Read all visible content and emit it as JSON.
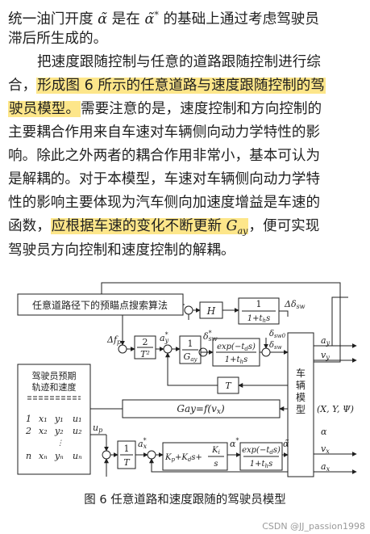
{
  "body": {
    "l1_a": "统一油门开度",
    "alpha1": "α̃",
    "l1_b": "是在",
    "alpha2": "α̃",
    "l1_star": "*",
    "l1_c": "的基础上通过考虑驾驶员",
    "l2": "滞后所生成的。",
    "l3": "把速度跟随控制与任意的道路跟随控制进行综",
    "l4_a": "合，",
    "l4_hl": "形成图 6 所示的任意道路与速度跟随控制的驾",
    "l5_hl": "驶员模型。",
    "l5_b": "需要注意的是，速度控制和方向控制的",
    "l6": "主要耦合作用来自车速对车辆侧向动力学特性的影",
    "l7": "响。除此之外两者的耦合作用非常小，基本可认为",
    "l8": "是解耦的。对于本模型，车速对车辆侧向动力学特",
    "l9": "性的影响主要体现为汽车侧向加速度增益是车速的",
    "l10_a": "函数，",
    "l10_hl": "应根据车速的变化不断更新",
    "l10_G": "G",
    "l10_sub": "ay",
    "l10_b": "，便可实现",
    "l11": "驾驶员方向控制和速度控制的解耦。"
  },
  "diagram": {
    "search_box": "任意道路径下的预瞄点搜索算法",
    "H": "H",
    "delta_sw_right": "Δδ",
    "delta_sw_right_sub": "sw",
    "delta_fp": "Δf",
    "delta_fp_sub": "p",
    "two_over_T2_num": "2",
    "two_over_T2_den": "T²",
    "ay_star": "a",
    "ay_star_sub": "y",
    "ay_star_sup": "*",
    "one_over_Gay_num": "1",
    "one_over_Gay_den": "G",
    "one_over_Gay_den_sub": "ay",
    "dsw_star": "δ",
    "dsw_star_sub": "sw",
    "dsw_star_sup": "*",
    "dsw0": "δ",
    "dsw0_sub": "sw0",
    "dsw": "δ",
    "dsw_sub": "sw",
    "lag_num": "exp(−t",
    "lag_num_sub": "d",
    "lag_num_end": "s)",
    "lag_den": "1+t",
    "lag_den_sub": "h",
    "lag_den_end": "s",
    "lag1_num": "1",
    "T": "T",
    "out_ay": "a",
    "out_ay_sub": "y",
    "out_vy": "v",
    "out_vy_sub": "y",
    "out_vx": "v",
    "out_vx_sub": "x",
    "out_ax": "a",
    "out_ax_sub": "x",
    "out_alpha": "α",
    "gay_box": "Gay=f(v",
    "gay_box_sub": "x",
    "gay_box_end": ")",
    "vehicle_model": [
      "车",
      "辆",
      "模",
      "型"
    ],
    "vehicle_state": "(X, Y, Ψ)",
    "driver_box_title1": "驾驶员预期",
    "driver_box_title2": "轨迹和速度",
    "driver_rows": [
      {
        "n": "1",
        "x": "x₁",
        "y": "y₁",
        "u": "u₁"
      },
      {
        "n": "2",
        "x": "x₂",
        "y": "y₂",
        "u": "u₂"
      },
      {
        "n": "n",
        "x": "xₙ",
        "y": "yₙ",
        "u": "uₙ"
      }
    ],
    "up": "u",
    "up_sub": "p",
    "one_over_T": "1",
    "one_over_T_den": "T",
    "ax_star": "a",
    "ax_star_sub": "x",
    "ax_star_sup": "*",
    "pid": "K",
    "pid_p": "p",
    "pid_plus": "+K",
    "pid_d": "d",
    "pid_s": "s+",
    "pid_Ki": "K",
    "pid_i": "i",
    "pid_den": "s",
    "alpha_star": "α",
    "alpha_star_sup": "*",
    "alpha_tilde": "α̃"
  },
  "caption": "图 6    任意道路和速度跟随的驾驶员模型",
  "watermark": "CSDN @JJ_passion1998"
}
